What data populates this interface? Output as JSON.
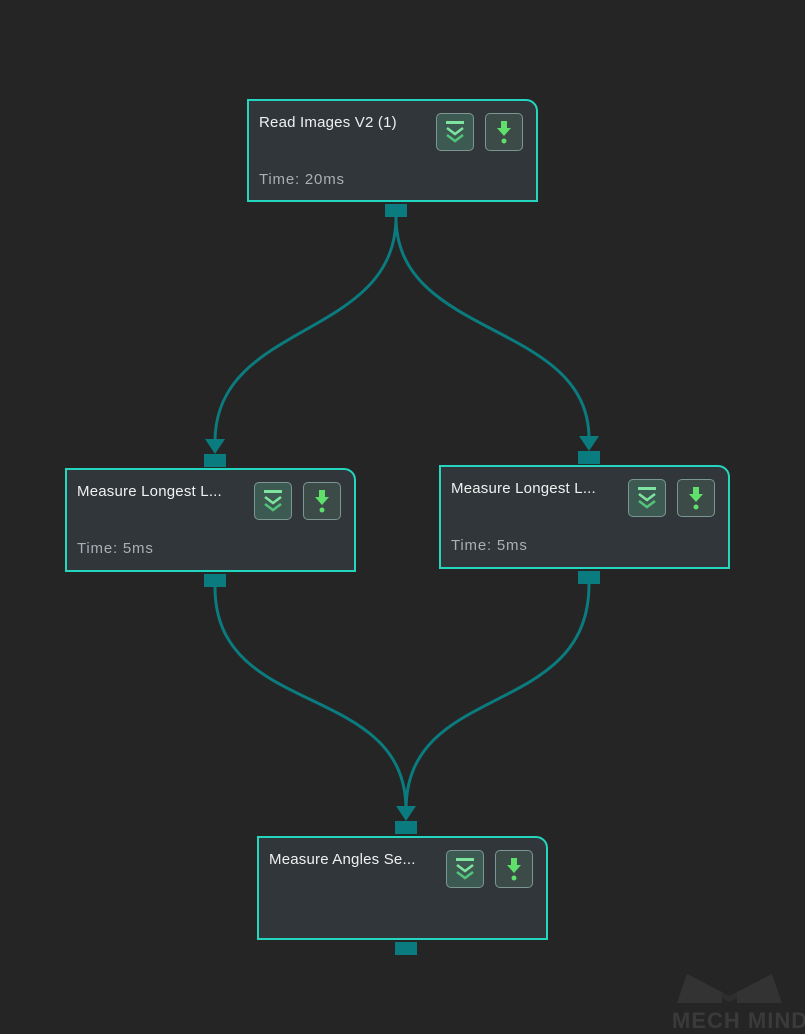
{
  "canvas": {
    "background": "#252525",
    "accent": "#24d6c0",
    "wire_color": "#0a7b7e"
  },
  "nodes": [
    {
      "title": "Read Images V2 (1)",
      "time": "Time: 20ms"
    },
    {
      "title": "Measure Longest L...",
      "time": "Time: 5ms"
    },
    {
      "title": "Measure Longest L...",
      "time": "Time: 5ms"
    },
    {
      "title": "Measure Angles Se...",
      "time": ""
    }
  ],
  "node_buttons": {
    "expand_icon": "chevrons-down-icon",
    "debug_icon": "down-arrow-icon"
  },
  "watermark": {
    "text": "MECH MIND"
  }
}
